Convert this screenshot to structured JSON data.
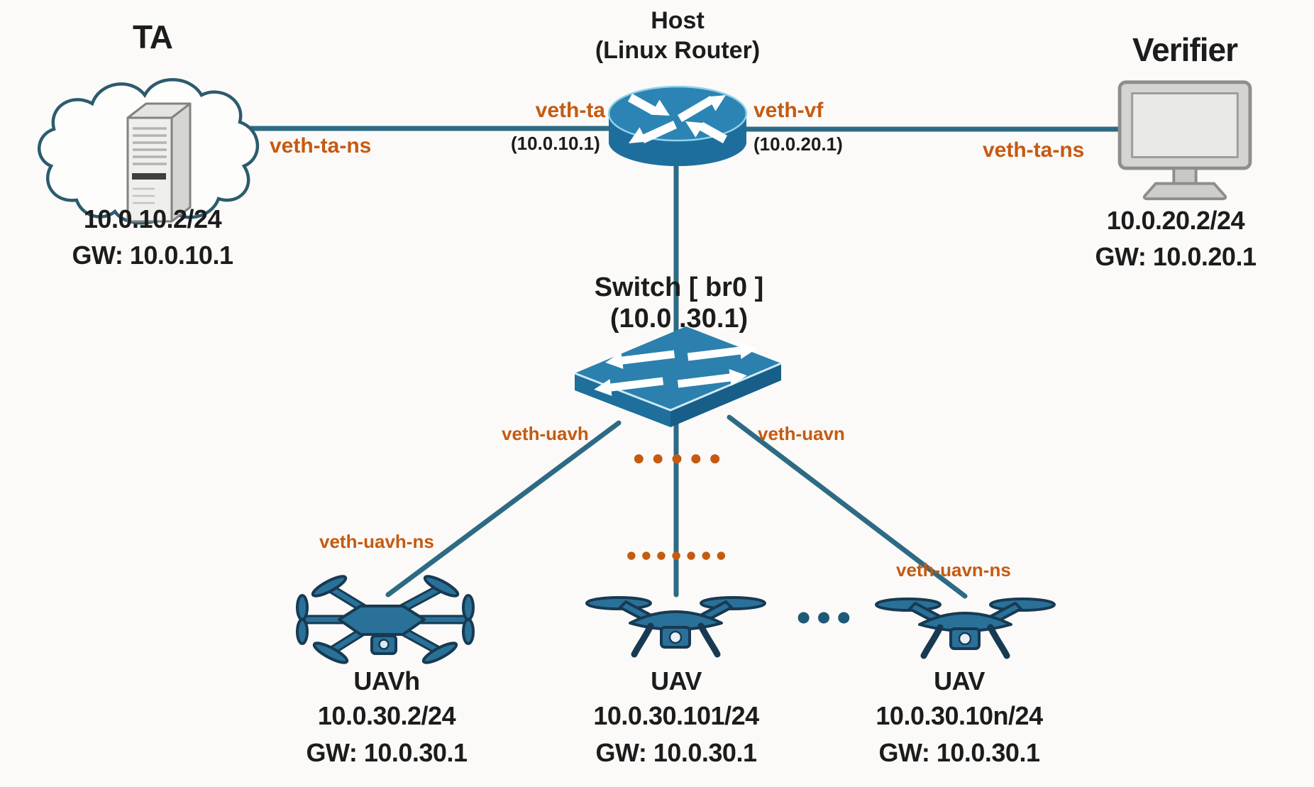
{
  "nodes": {
    "ta": {
      "title": "TA",
      "ip": "10.0.10.2/24",
      "gw": "GW: 10.0.10.1"
    },
    "host": {
      "title": "Host",
      "subtitle": "(Linux Router)"
    },
    "verifier": {
      "title": "Verifier",
      "ip": "10.0.20.2/24",
      "gw": "GW: 10.0.20.1"
    },
    "switch": {
      "title": "Switch  [ br0 ]",
      "ip": "(10.0 .30.1)"
    },
    "uavh": {
      "title": "UAVh",
      "ip": "10.0.30.2/24",
      "gw": "GW: 10.0.30.1"
    },
    "uav_mid": {
      "title": "UAV",
      "ip": "10.0.30.101/24",
      "gw": "GW: 10.0.30.1"
    },
    "uav_n": {
      "title": "UAV",
      "ip": "10.0.30.10n/24",
      "gw": "GW: 10.0.30.1"
    }
  },
  "links": {
    "ta_host": {
      "label": "veth-ta-ns",
      "host_if": "veth-ta",
      "host_if_ip": "(10.0.10.1)"
    },
    "host_verifier": {
      "label": "veth-ta-ns",
      "host_if": "veth-vf",
      "host_if_ip": "(10.0.20.1)"
    },
    "switch_uavh": {
      "switch_if": "veth-uavh",
      "uav_if": "veth-uavh-ns"
    },
    "switch_uavn": {
      "switch_if": "veth-uavn",
      "uav_if": "veth-uavn-ns"
    }
  },
  "ellipsis": {
    "orange_row_top": "●●●●●",
    "orange_row_bottom": "●●●●●●●",
    "blue_row": "●●●"
  },
  "icons": {
    "ta": "cloud-server-icon",
    "host": "router-icon",
    "verifier": "monitor-icon",
    "switch": "switch-icon",
    "uavh": "hexacopter-icon",
    "uav": "quadcopter-icon"
  },
  "colors": {
    "accent_orange": "#c55a11",
    "link_teal": "#2d6b84",
    "node_blue": "#2279a8",
    "drone_blue": "#2a7199",
    "text_black": "#1c1c1c",
    "background": "#fbfaf8"
  }
}
